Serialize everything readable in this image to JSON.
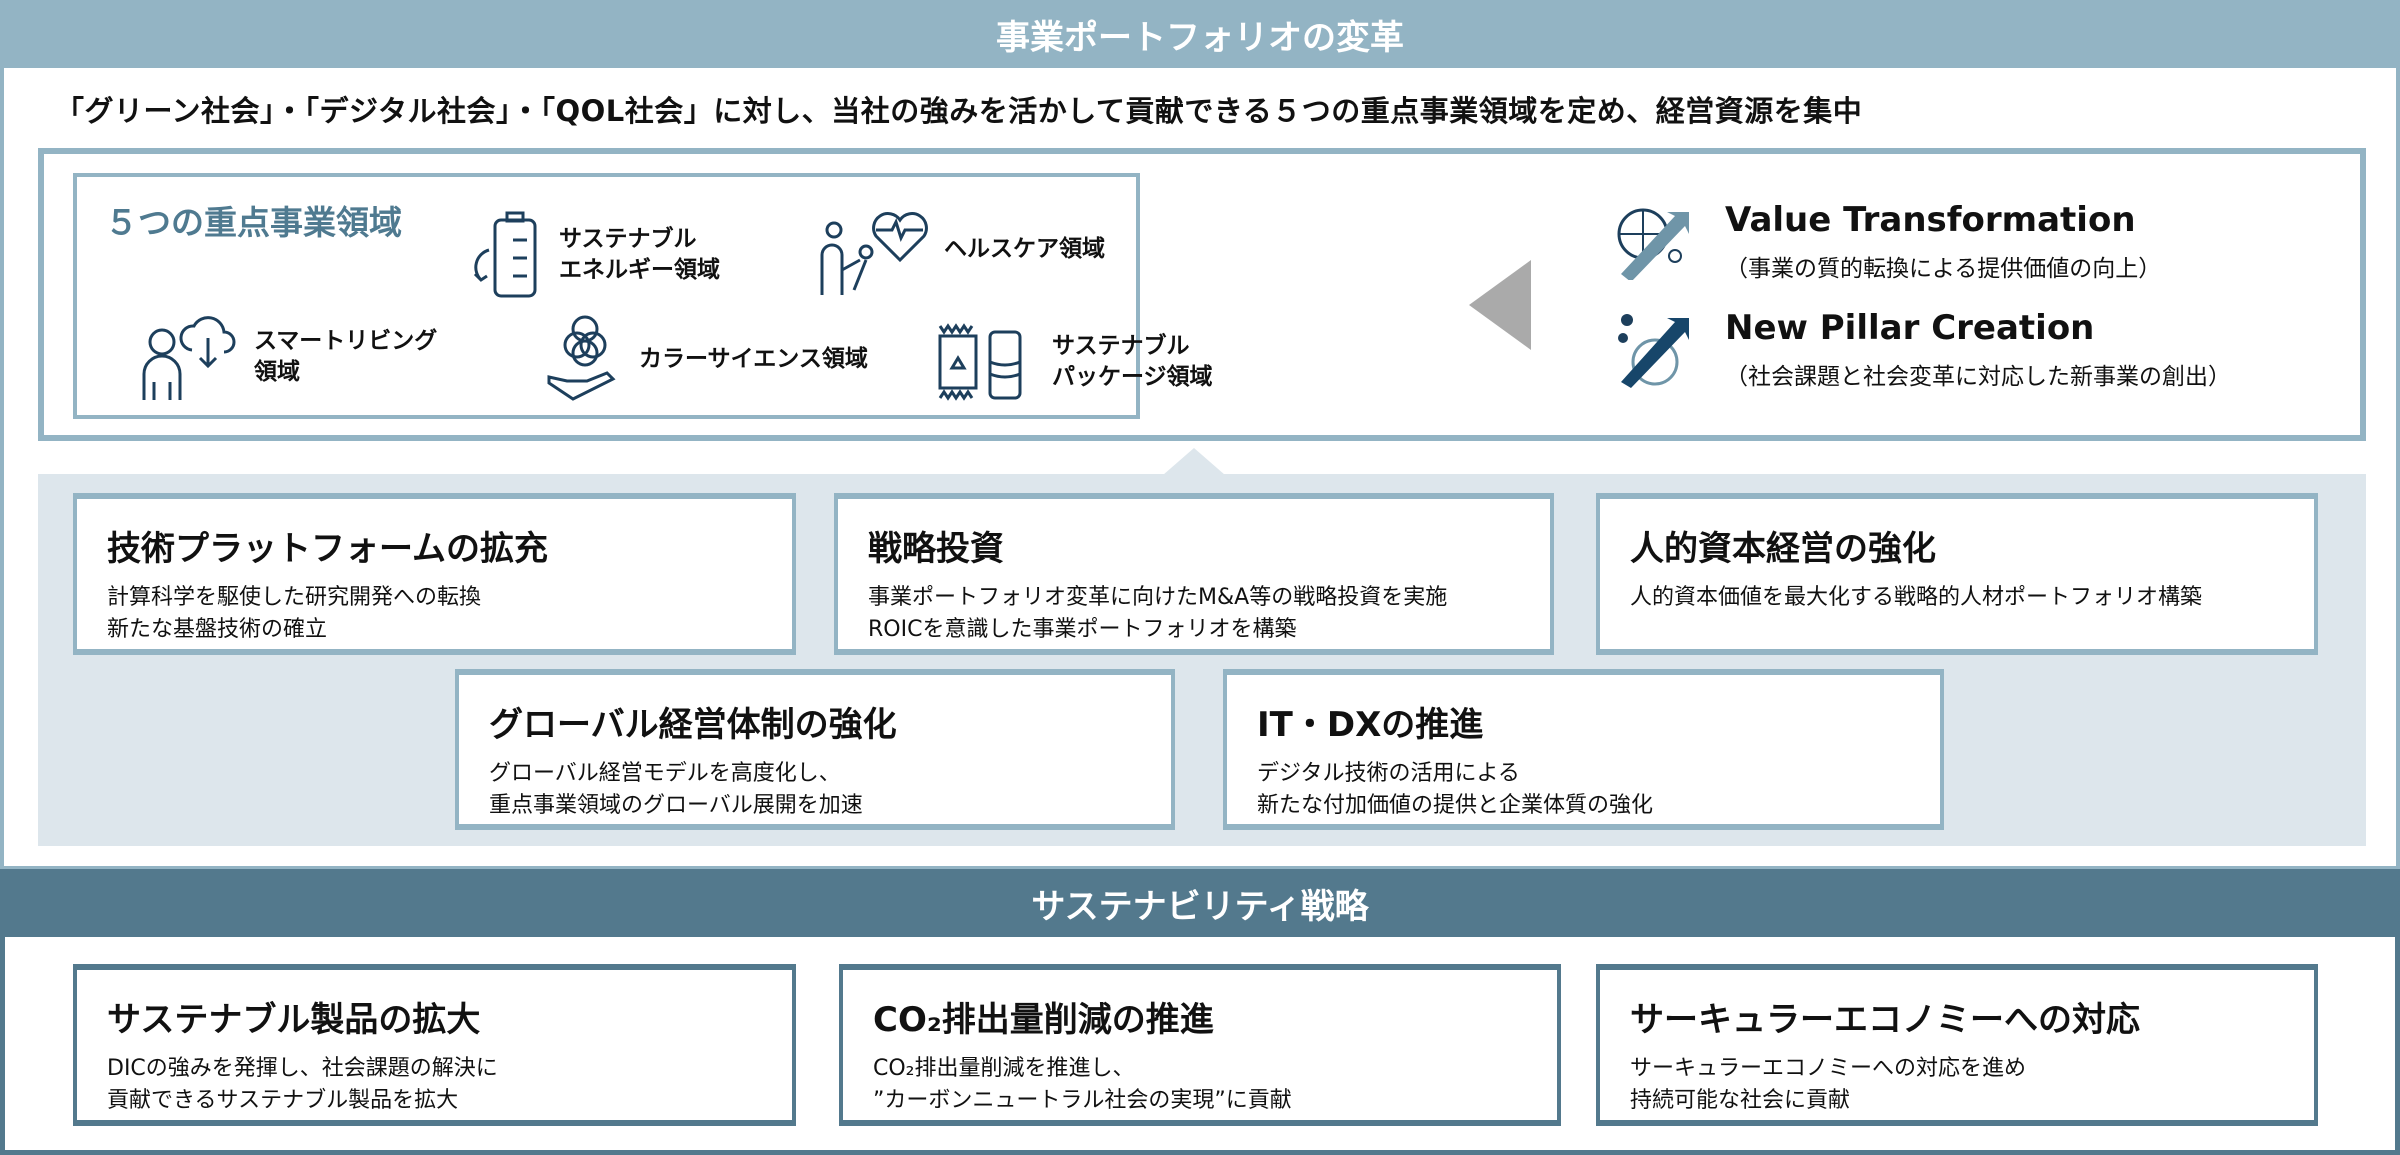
{
  "portfolio": {
    "title": "事業ポートフォリオの変革",
    "lead": "「グリーン社会」・「デジタル社会」・「QOL社会」に対し、当社の強みを活かして貢献できる５つの重点事業領域を定め、経営資源を集中",
    "focus_title": "５つの重点事業領域",
    "domains": [
      {
        "icon": "energy-icon",
        "label1": "サステナブル",
        "label2": "エネルギー領域"
      },
      {
        "icon": "healthcare-icon",
        "label1": "ヘルスケア領域",
        "label2": ""
      },
      {
        "icon": "smart-living-icon",
        "label1": "スマートリビング",
        "label2": "領域"
      },
      {
        "icon": "color-science-icon",
        "label1": "カラーサイエンス領域",
        "label2": ""
      },
      {
        "icon": "packaging-icon",
        "label1": "サステナブル",
        "label2": "パッケージ領域"
      }
    ],
    "strategies": [
      {
        "icon": "globe-arrow-network-icon",
        "title": "Value Transformation",
        "sub": "（事業の質的転換による提供価値の向上）"
      },
      {
        "icon": "globe-arrow-icon",
        "title": "New Pillar Creation",
        "sub": "（社会課題と社会変革に対応した新事業の創出）"
      }
    ],
    "cards": [
      {
        "title": "技術プラットフォームの拡充",
        "line1": "計算科学を駆使した研究開発への転換",
        "line2": "新たな基盤技術の確立"
      },
      {
        "title": "戦略投資",
        "line1": "事業ポートフォリオ変革に向けたM&A等の戦略投資を実施",
        "line2": "ROICを意識した事業ポートフォリオを構築"
      },
      {
        "title": "人的資本経営の強化",
        "line1": "人的資本価値を最大化する戦略的人材ポートフォリオ構築",
        "line2": ""
      },
      {
        "title": "グローバル経営体制の強化",
        "line1": "グローバル経営モデルを高度化し、",
        "line2": "重点事業領域のグローバル展開を加速"
      },
      {
        "title": "IT・DXの推進",
        "line1": "デジタル技術の活用による",
        "line2": "新たな付加価値の提供と企業体質の強化"
      }
    ]
  },
  "sustainability": {
    "title": "サステナビリティ戦略",
    "cards": [
      {
        "title": "サステナブル製品の拡大",
        "line1": "DICの強みを発揮し、社会課題の解決に",
        "line2": "貢献できるサステナブル製品を拡大"
      },
      {
        "title": "CO₂排出量削減の推進",
        "line1": "CO₂排出量削減を推進し、",
        "line2": "”カーボンニュートラル社会の実現”に貢献"
      },
      {
        "title": "サーキュラーエコノミーへの対応",
        "line1": "サーキュラーエコノミーへの対応を進め",
        "line2": "持続可能な社会に貢献"
      }
    ]
  },
  "colors": {
    "light": "#93b4c4",
    "dark": "#53798d",
    "panel": "#dde6ec",
    "icon": "#1d3f5c"
  }
}
